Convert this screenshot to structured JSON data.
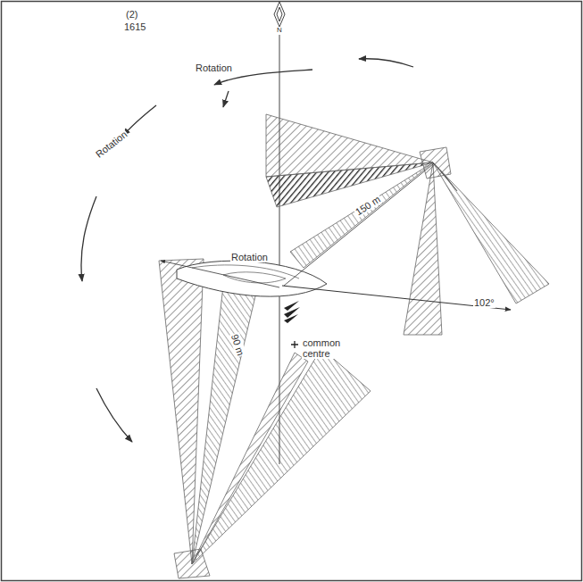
{
  "diagram": {
    "labels": [
      "(2)",
      "1615",
      "N",
      "Rotation",
      "Rotation",
      "Rotation",
      "150 m",
      "102°",
      "90 m",
      "common centre"
    ]
  }
}
